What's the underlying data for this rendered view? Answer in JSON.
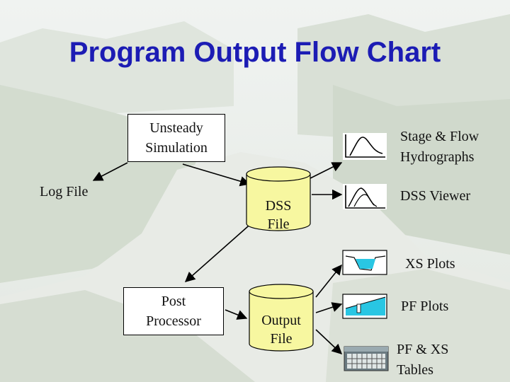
{
  "title": "Program Output Flow Chart",
  "nodes": {
    "unsteady": "Unsteady\nSimulation",
    "log_file": "Log File",
    "dss_file": "DSS\nFile",
    "post_processor": "Post\nProcessor",
    "output_file": "Output\nFile",
    "stage_flow": "Stage & Flow\nHydrographs",
    "dss_viewer": "DSS Viewer",
    "xs_plots": "XS Plots",
    "pf_plots": "PF Plots",
    "pf_xs_tables": "PF & XS\nTables"
  },
  "icons": [
    "hydrograph-icon",
    "dss-viewer-icon",
    "cross-section-icon",
    "profile-icon",
    "table-icon"
  ],
  "colors": {
    "title": "#1c1cb4",
    "cylinder": "#f7f7a0"
  }
}
